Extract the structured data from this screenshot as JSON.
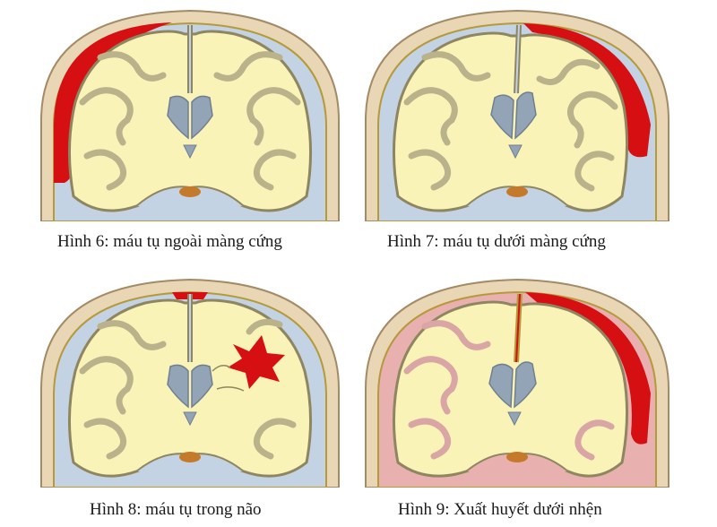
{
  "figures": [
    {
      "caption": "Hình 6: máu tụ ngoài màng cứng"
    },
    {
      "caption": "Hình 7: máu tụ dưới màng cứng"
    },
    {
      "caption": "Hình 8: máu tụ trong não"
    },
    {
      "caption": "Hình 9: Xuất huyết dưới nhện"
    }
  ],
  "colors": {
    "bone": "#e9d6b4",
    "bone_edge": "#a58a66",
    "brain": "#f9f3b8",
    "gyrus_outline": "#8e8660",
    "gray_matter": "#b9b28a",
    "csf": "#c3d3e3",
    "ventricle": "#93a4b6",
    "hemorrhage": "#d60f12",
    "subarachnoid_tint": "#e9b0b0",
    "dura": "#b59a3c"
  }
}
